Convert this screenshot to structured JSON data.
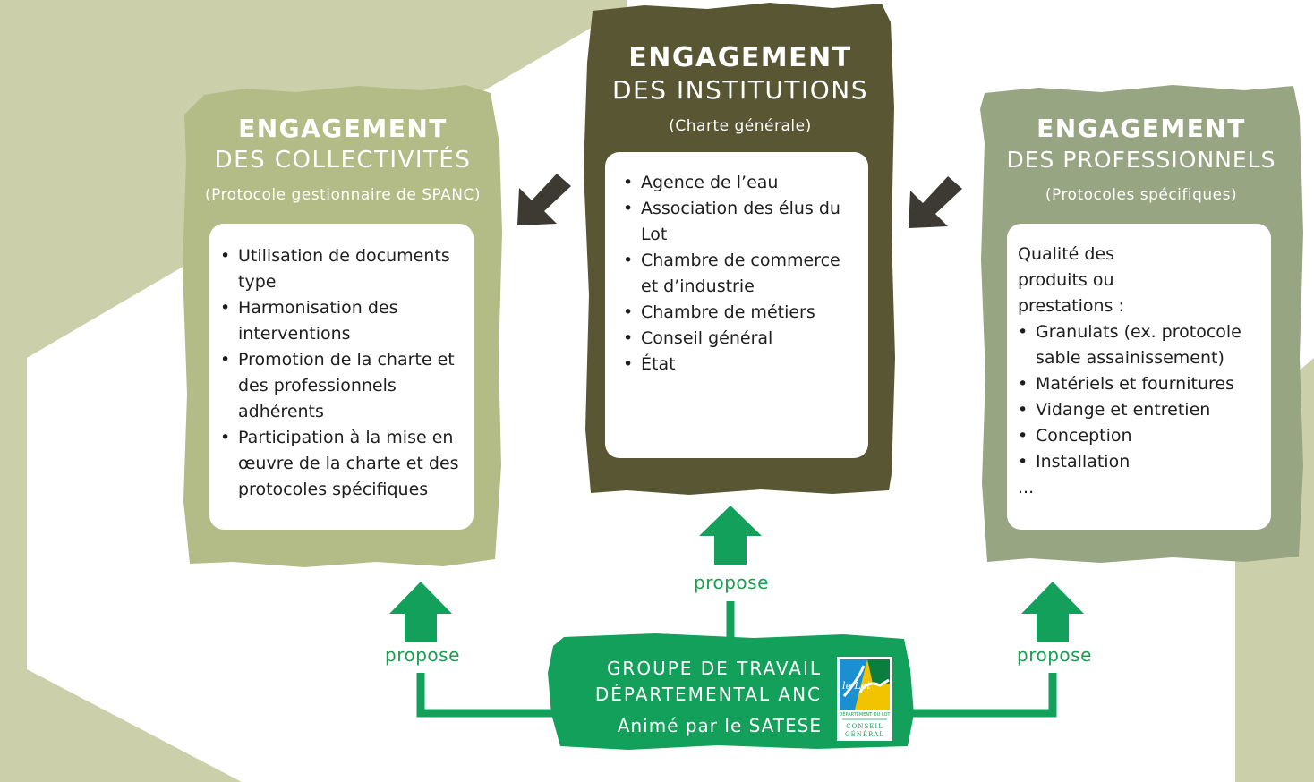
{
  "colors": {
    "institutions_bg": "#595733",
    "collectivites_bg": "#b3bb86",
    "professionnels_bg": "#97a583",
    "group_bg": "#12a05a",
    "arrow_green": "#12a05a",
    "arrow_dark": "#3c3a33",
    "background_shape": "#cbcfaa"
  },
  "institutions": {
    "title": "ENGAGEMENT",
    "subtitle": "DES INSTITUTIONS",
    "note": "(Charte générale)",
    "items": [
      "Agence de l’eau",
      "Association des élus du Lot",
      "Chambre de commerce et d’industrie",
      "Chambre de métiers",
      "Conseil général",
      "État"
    ]
  },
  "collectivites": {
    "title": "ENGAGEMENT",
    "subtitle": "DES COLLECTIVITÉS",
    "note": "(Protocole gestionnaire de SPANC)",
    "items": [
      "Utilisation de documents type",
      "Harmonisation des interventions",
      "Promotion de la charte et des professionnels adhérents",
      "Participation à la mise en œuvre de la charte et des protocoles spécifiques"
    ]
  },
  "professionnels": {
    "title": "ENGAGEMENT",
    "subtitle": "DES PROFESSIONNELS",
    "note": "(Protocoles spécifiques)",
    "intro": "Qualité des produits ou prestations :",
    "items": [
      "Granulats (ex. protocole sable assainissement)",
      "Matériels et fournitures",
      "Vidange et entretien",
      "Conception",
      "Installation"
    ],
    "ellipsis": "..."
  },
  "group": {
    "line1": "GROUPE DE TRAVAIL",
    "line2": "DÉPARTEMENTAL ANC",
    "line3": "Animé par le SATESE"
  },
  "labels": {
    "propose_left": "propose",
    "propose_center": "propose",
    "propose_right": "propose"
  },
  "logo": {
    "brand": "le Lot",
    "line1": "DÉPARTEMENT DU LOT",
    "line2": "CONSEIL",
    "line3": "GÉNÉRAL"
  },
  "icons": {
    "arrow_up": "arrow-up-icon",
    "arrow_diagonal": "arrow-down-left-icon"
  }
}
